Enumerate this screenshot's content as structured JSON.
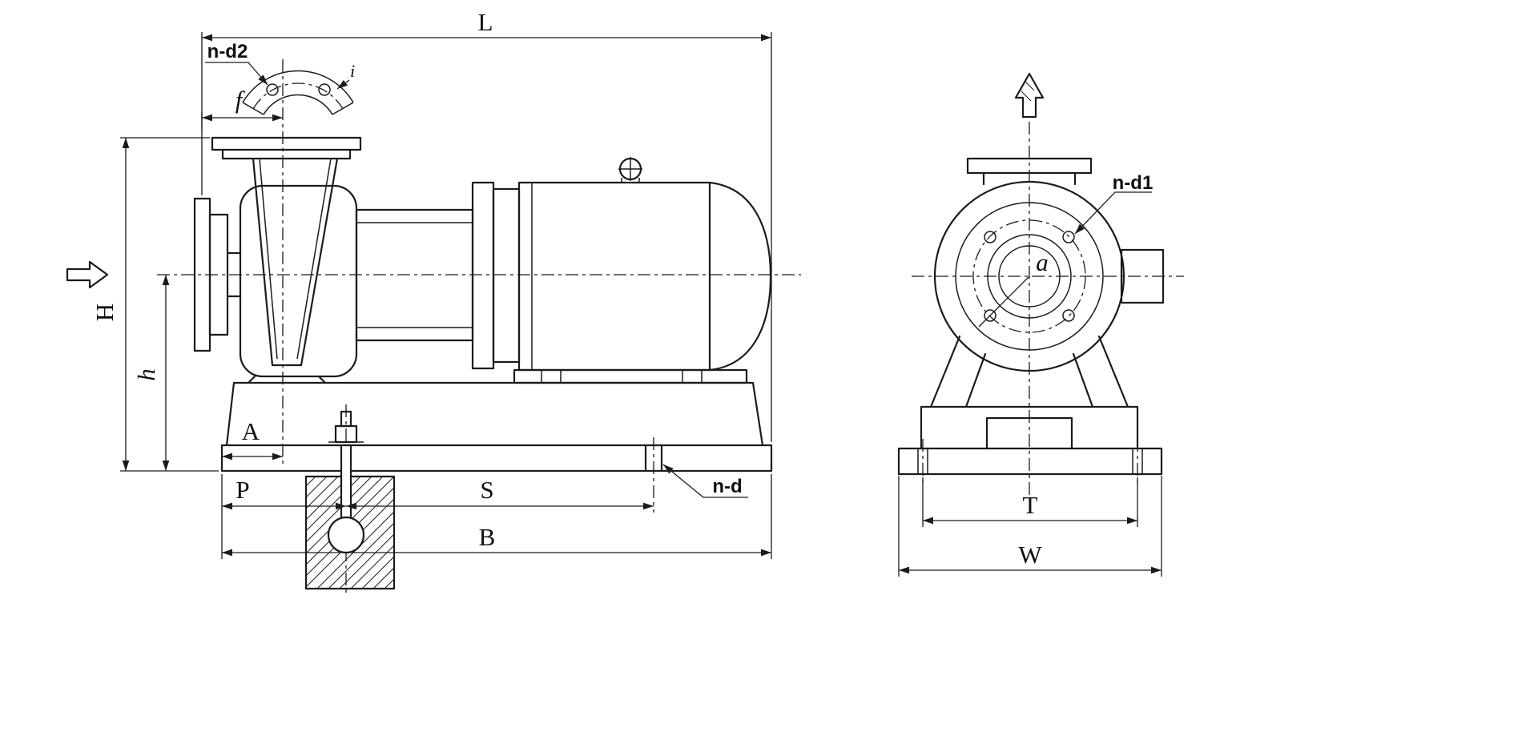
{
  "colors": {
    "line": "#1b1b1b",
    "background": "#ffffff"
  },
  "side_view": {
    "labels": {
      "L": "L",
      "n_d2": "n-d2",
      "f": "f",
      "H": "H",
      "h": "h",
      "A": "A",
      "P": "P",
      "S": "S",
      "B": "B",
      "n_d": "n-d",
      "i": "i"
    }
  },
  "end_view": {
    "labels": {
      "n_d1": "n-d1",
      "a": "a",
      "T": "T",
      "W": "W"
    }
  }
}
